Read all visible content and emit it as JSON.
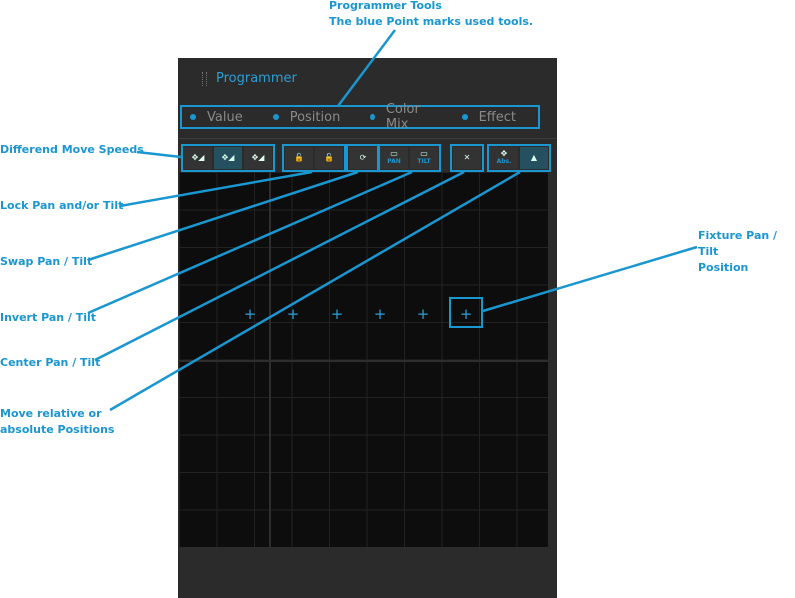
{
  "panel": {
    "title": "Programmer",
    "tabs": [
      "Value",
      "Position",
      "Color Mix",
      "Effect"
    ]
  },
  "tools": {
    "pan_label": "PAN",
    "tilt_label": "TILT",
    "abs_label": "Abs."
  },
  "annotations": {
    "programmer_tools": "Programmer Tools",
    "programmer_tools_sub": "The blue Point marks used tools.",
    "move_speeds": "Differend Move Speeds",
    "lock": "Lock Pan and/or Tilt",
    "swap": "Swap Pan / Tilt",
    "invert": "Invert Pan / Tilt",
    "center": "Center Pan / Tilt",
    "relative_1": "Move relative or",
    "relative_2": "absolute Positions",
    "fixture_1": "Fixture Pan / Tilt",
    "fixture_2": "Position"
  },
  "colors": {
    "accent": "#1a96d0",
    "panel": "#2b2b2b",
    "grid": "#0d0d0d"
  }
}
